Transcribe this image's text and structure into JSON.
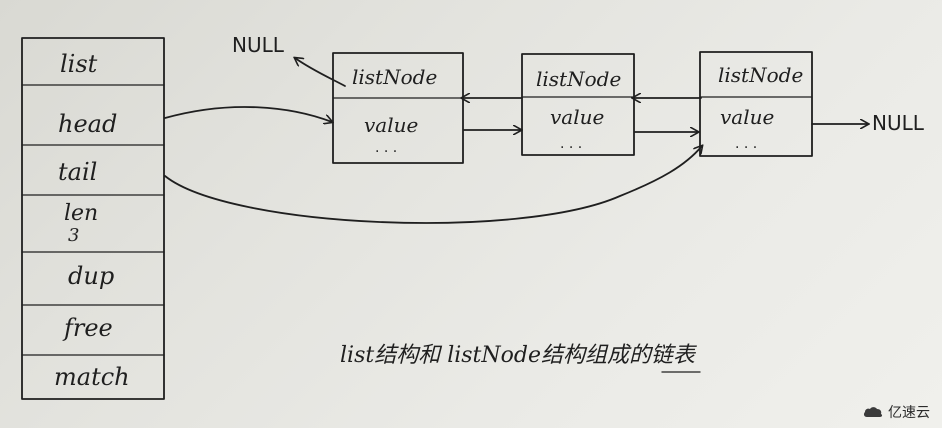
{
  "list_struct": {
    "fields": [
      "list",
      "head",
      "tail",
      "len",
      "3",
      "dup",
      "free",
      "match"
    ]
  },
  "nodes": [
    {
      "header": "listNode",
      "value": "value",
      "ellipsis": ". . ."
    },
    {
      "header": "listNode",
      "value": "value",
      "ellipsis": ". . ."
    },
    {
      "header": "listNode",
      "value": "value",
      "ellipsis": ". . ."
    }
  ],
  "null_left": "NULL",
  "null_right": "NULL",
  "caption": "list结构和 listNode结构组成的链表",
  "watermark": {
    "text": "亿速云",
    "icon": "cloud-logo-icon"
  }
}
